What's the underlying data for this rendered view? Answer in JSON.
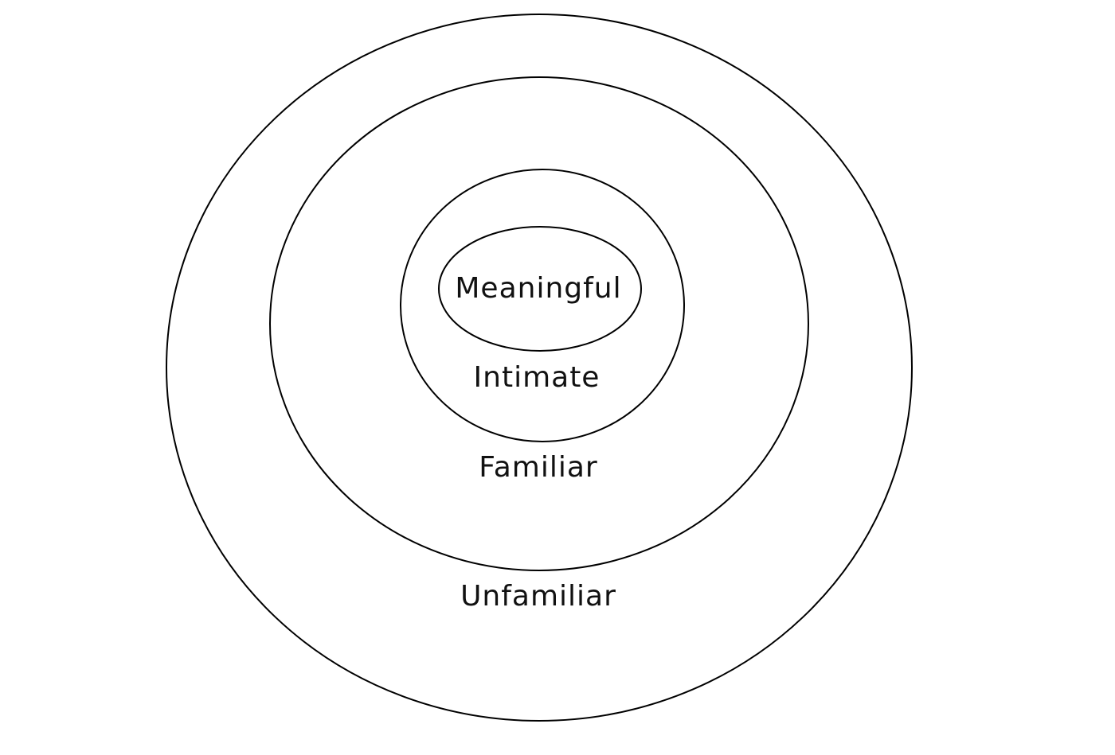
{
  "diagram": {
    "rings": [
      {
        "id": "unfamiliar",
        "label": "Unfamiliar"
      },
      {
        "id": "familiar",
        "label": "Familiar"
      },
      {
        "id": "intimate",
        "label": "Intimate"
      },
      {
        "id": "meaningful",
        "label": "Meaningful"
      }
    ],
    "stroke_color": "#000000",
    "background_color": "#ffffff"
  }
}
